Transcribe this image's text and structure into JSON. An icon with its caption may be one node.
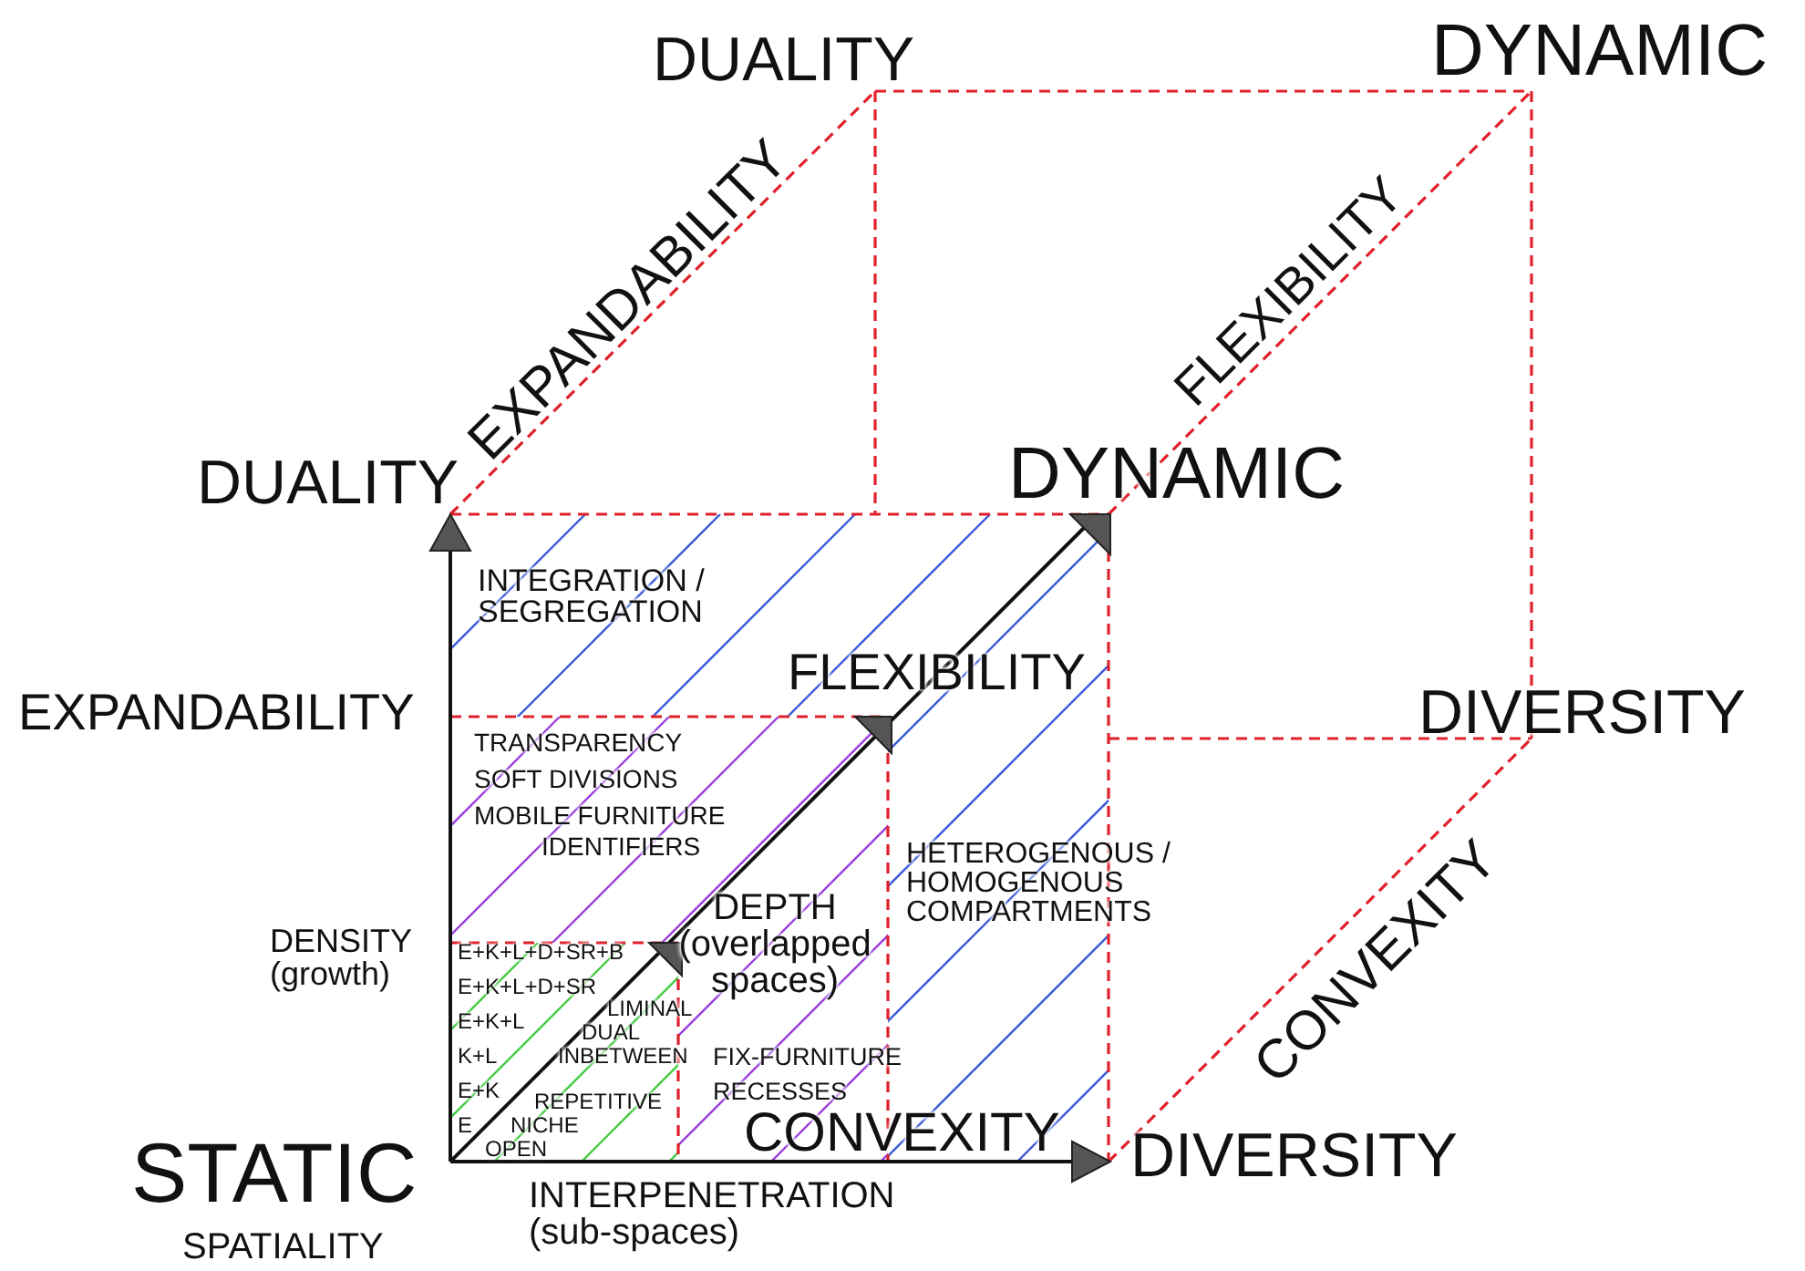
{
  "diagram": {
    "labels": [
      "DUALITY",
      "DYNAMIC",
      "EXPANDABILITY",
      "FLEXIBILITY",
      "DUALITY",
      "DYNAMIC",
      "INTEGRATION / SEGREGATION",
      "EXPANDABILITY",
      "FLEXIBILITY",
      "DIVERSITY",
      "TRANSPARENCY",
      "SOFT DIVISIONS",
      "MOBILE FURNITURE",
      "IDENTIFIERS",
      "HETEROGENOUS / HOMOGENOUS COMPARTMENTS",
      "CONVEXITY",
      "DEPTH (overlapped spaces)",
      "DENSITY (growth)",
      "E+K+L+D+SR+B",
      "E+K+L+D+SR",
      "E+K+L",
      "LIMINAL",
      "K+L",
      "DUAL",
      "FIX-FURNITURE",
      "E+K",
      "INBETWEEN",
      "RECESSES",
      "E",
      "REPETITIVE",
      "NICHE",
      "OPEN",
      "CONVEXITY",
      "STATIC",
      "DIVERSITY",
      "INTERPENETRATION (sub-spaces)",
      "SPATIALITY"
    ]
  }
}
